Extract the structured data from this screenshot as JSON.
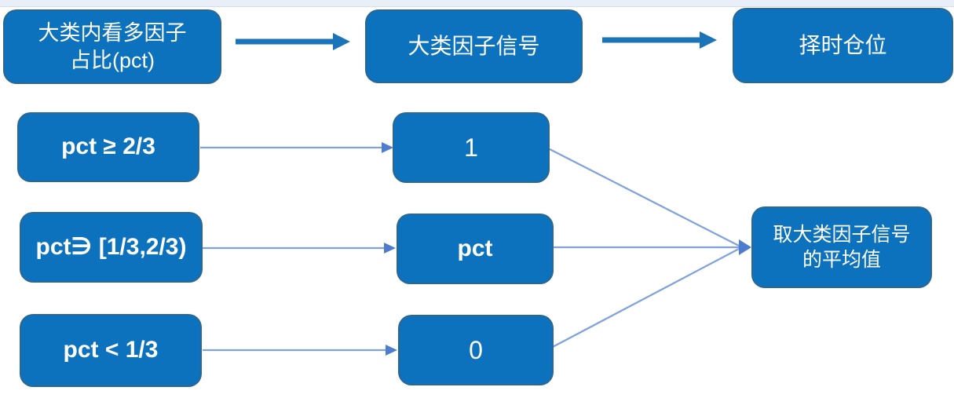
{
  "colors": {
    "node_fill": "#0C72BD",
    "node_border": "#5F7382",
    "thick_arrow": "#1B73B8",
    "connector_line": "#7FA2DC",
    "connector_head": "#4E7CCE",
    "node_text": "#FFFFFF",
    "top_strip": "#E9EFF7"
  },
  "nodes": {
    "input": {
      "line1": "大类内看多因子",
      "line2": "占比(pct)"
    },
    "signal": {
      "label": "大类因子信号"
    },
    "position": {
      "label": "择时仓位"
    },
    "cond_high": {
      "label": "pct ≥ 2/3"
    },
    "one": {
      "label": "1"
    },
    "cond_mid": {
      "label": "pct∋ [1/3,2/3)"
    },
    "pct": {
      "label": "pct"
    },
    "cond_low": {
      "label": "pct < 1/3"
    },
    "zero": {
      "label": "0"
    },
    "average": {
      "line1": "取大类因子信号",
      "line2": "的平均值"
    }
  }
}
